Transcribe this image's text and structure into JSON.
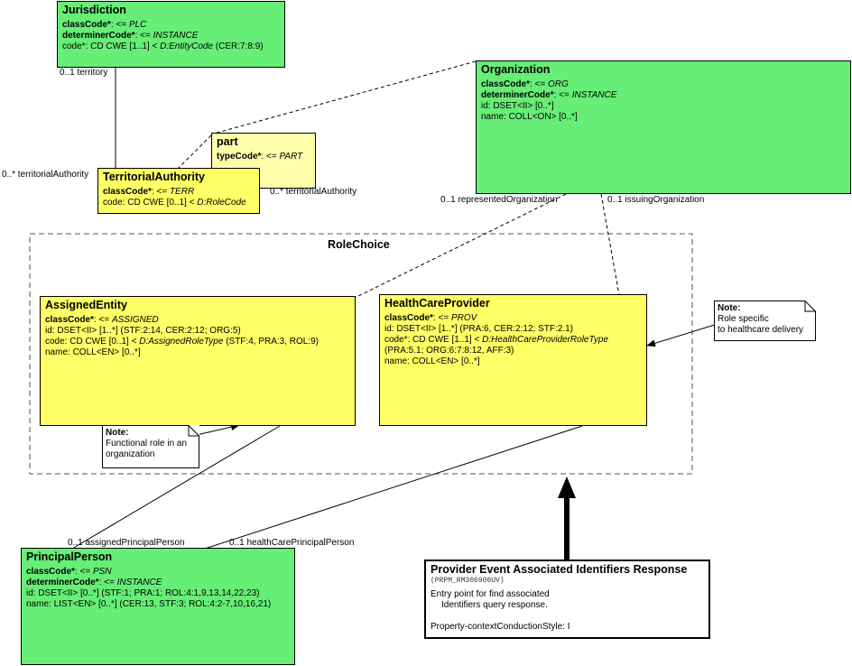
{
  "jurisdiction": {
    "name": "Jurisdiction",
    "attrs": [
      {
        "label": "classCode*",
        "op": ": <= ",
        "value": "PLC"
      },
      {
        "label": "determinerCode*",
        "op": ": <= ",
        "value": "INSTANCE"
      }
    ],
    "code": {
      "prefix": "code*: CD CWE [1..1] < ",
      "domain": "D:EntityCode",
      "suffix": " (CER:7:8:9)"
    }
  },
  "part": {
    "name": "part",
    "attr": {
      "label": "typeCode*",
      "op": ": <= ",
      "value": "PART"
    }
  },
  "territorial": {
    "name": "TerritorialAuthority",
    "attr": {
      "label": "classCode*",
      "op": ": <= ",
      "value": "TERR"
    },
    "code": {
      "prefix": "code: CD CWE [0..1] < ",
      "domain": "D:RoleCode"
    }
  },
  "organization": {
    "name": "Organization",
    "attrs": [
      {
        "label": "classCode*",
        "op": ": <= ",
        "value": "ORG"
      },
      {
        "label": "determinerCode*",
        "op": ": <= ",
        "value": "INSTANCE"
      }
    ],
    "lines": [
      "id: DSET<II> [0..*]",
      "name: COLL<ON> [0..*]"
    ]
  },
  "rolechoice": {
    "title": "RoleChoice"
  },
  "assigned": {
    "name": "AssignedEntity",
    "attr": {
      "label": "classCode*",
      "op": ": <= ",
      "value": "ASSIGNED"
    },
    "id": "id: DSET<II> [1..*] (STF:2:14, CER:2:12; ORG:5)",
    "code": {
      "prefix": "code: CD CWE [0..1] < ",
      "domain": "D:AssignedRoleType",
      "suffix": " (STF:4, PRA:3, ROL:9)"
    },
    "name_attr": "name: COLL<EN> [0..*]"
  },
  "hcp": {
    "name": "HealthCareProvider",
    "attr": {
      "label": "classCode*",
      "op": ": <= ",
      "value": "PROV"
    },
    "id": "id: DSET<II> [1..*] (PRA:6, CER:2:12; STF:2.1)",
    "code": {
      "prefix": "code*: CD CWE [1..1] < ",
      "domain": "D:HealthCareProviderRoleType"
    },
    "code_cont": " (PRA:5.1; ORG:6:7:8:12, AFF:3)",
    "name_attr": "name: COLL<EN> [0..*]"
  },
  "note1": {
    "title": "Note:",
    "lines": [
      "Role specific",
      "to healthcare delivery"
    ]
  },
  "note2": {
    "title": "Note:",
    "lines": [
      "Functional role in an",
      "organization"
    ]
  },
  "person": {
    "name": "PrincipalPerson",
    "attrs": [
      {
        "label": "classCode*",
        "op": ": <= ",
        "value": "PSN"
      },
      {
        "label": "determinerCode*",
        "op": ": <= ",
        "value": "INSTANCE"
      }
    ],
    "lines": [
      "id: DSET<II> [0..*] (STF:1; PRA:1; ROL:4:1,9,13,14,22,23)",
      "name: LIST<EN> [0..*] (CER:13, STF:3; ROL:4:2-7,10,16,21)"
    ]
  },
  "entry": {
    "title": "Provider Event Associated Identifiers Response",
    "id": "(PRPM_RM306900UV)",
    "desc1": "Entry point for find associated",
    "desc2": "Identifiers query response.",
    "style": "Property-contextConductionStyle: I"
  },
  "labels": {
    "territory": "0..1 territory",
    "territorialAuthority_left": "0..* territorialAuthority",
    "territorialAuthority_right": "0..* territorialAuthority",
    "representedOrganization": "0..1 representedOrganization",
    "issuingOrganization": "0..1 issuingOrganization",
    "assignedPrincipalPerson": "0..1 assignedPrincipalPerson",
    "healthCarePrincipalPerson": "0..1 healthCarePrincipalPerson"
  },
  "colors": {
    "entity_green": "#66ee77",
    "role_yellow": "#ffff66",
    "participation_yellow": "#ffffaa"
  }
}
